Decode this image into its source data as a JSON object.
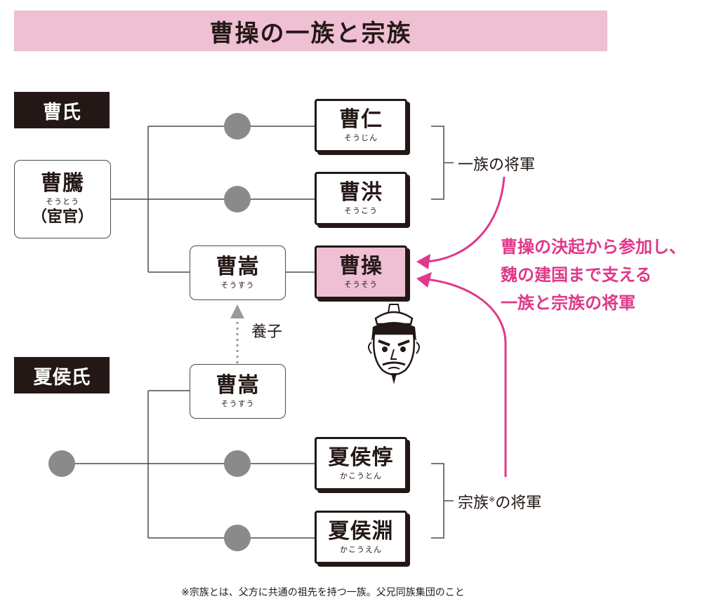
{
  "title": "曹操の一族と宗族",
  "clans": {
    "cao": "曹氏",
    "xiahou": "夏侯氏"
  },
  "nodes": {
    "cao_teng": {
      "name": "曹騰",
      "ruby": "そうとう",
      "note": "（宦官）"
    },
    "cao_ren": {
      "name": "曹仁",
      "ruby": "そうじん"
    },
    "cao_hong": {
      "name": "曹洪",
      "ruby": "そうこう"
    },
    "cao_song_top": {
      "name": "曹嵩",
      "ruby": "そうすう"
    },
    "cao_cao": {
      "name": "曹操",
      "ruby": "そうそう"
    },
    "cao_song_bottom": {
      "name": "曹嵩",
      "ruby": "そうすう"
    },
    "xiahou_dun": {
      "name": "夏侯惇",
      "ruby": "かこうとん"
    },
    "xiahou_yuan": {
      "name": "夏侯淵",
      "ruby": "かこうえん"
    }
  },
  "labels": {
    "adoption": "養子",
    "clan_generals": "一族の将軍",
    "lineage_generals_prefix": "宗族",
    "lineage_generals_mark": "※",
    "lineage_generals_suffix": "の将軍"
  },
  "highlight_text": [
    "曹操の決起から参加し、",
    "魏の建国まで支える",
    "一族と宗族の将軍"
  ],
  "footnote": "※宗族とは、父方に共通の祖先を持つ一族。父兄同族集団のこと",
  "colors": {
    "title_bg": "#efbfd4",
    "accent_pink": "#e0388a",
    "highlight_node": "#efbfd4",
    "dot_gray": "#8a8a8a",
    "ink": "#231815"
  }
}
